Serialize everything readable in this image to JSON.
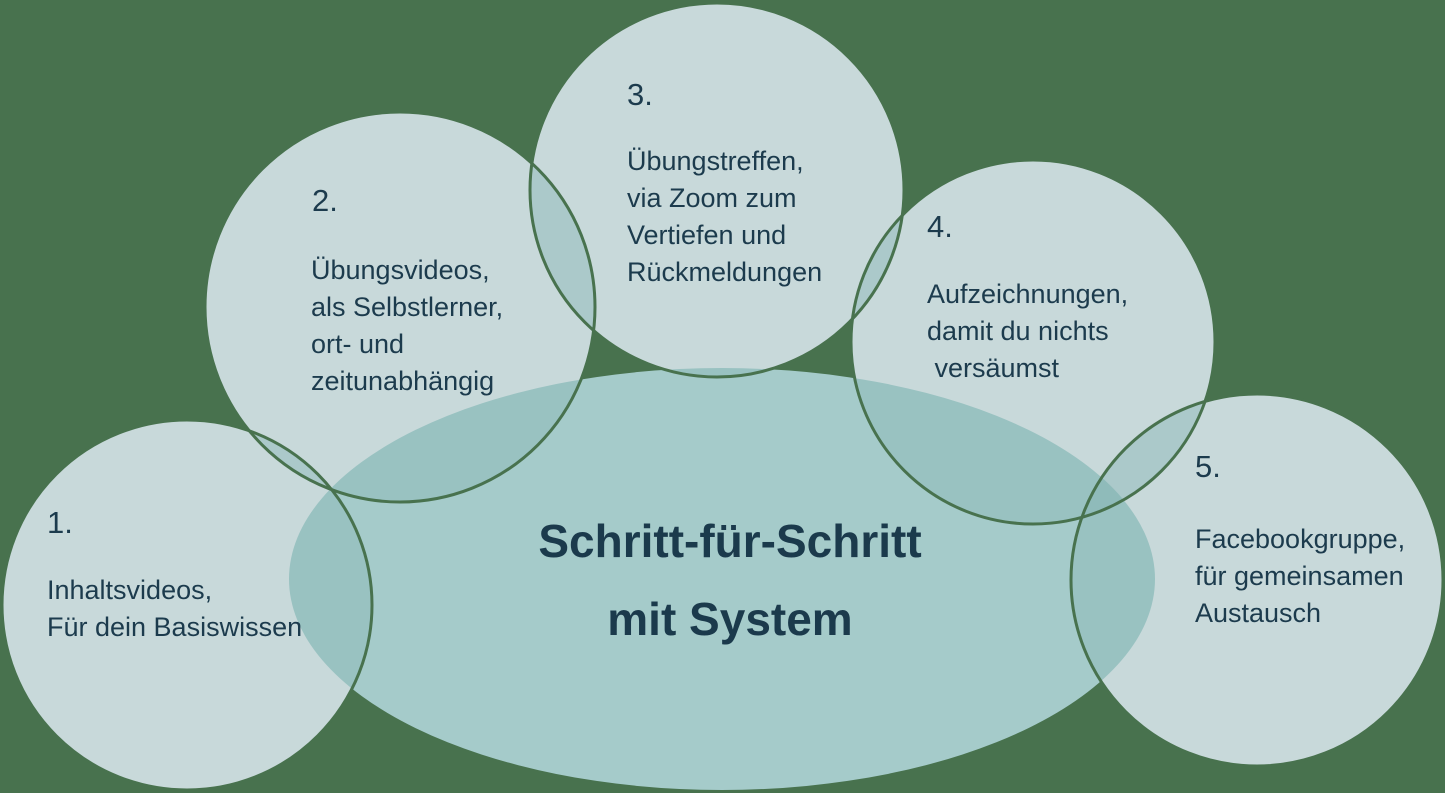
{
  "diagram": {
    "title_line1": "Schritt-für-Schritt",
    "title_line2": "mit System"
  },
  "steps": [
    {
      "number": "1.",
      "lines": [
        "Inhaltsvideos,",
        "Für dein Basiswissen"
      ]
    },
    {
      "number": "2.",
      "lines": [
        "Übungsvideos,",
        "als Selbstlerner,",
        "ort- und",
        "zeitunabhängig"
      ]
    },
    {
      "number": "3.",
      "lines": [
        "Übungstreffen,",
        "via Zoom zum",
        "Vertiefen und",
        "Rückmeldungen"
      ]
    },
    {
      "number": "4.",
      "lines": [
        "Aufzeichnungen,",
        "damit du nichts",
        " versäumst"
      ]
    },
    {
      "number": "5.",
      "lines": [
        "Facebookgruppe,",
        "für gemeinsamen",
        "Austausch"
      ]
    }
  ],
  "colors": {
    "background": "#48724E",
    "outline": "#48724E",
    "circle_fill": "#C8D9DA",
    "ellipse_fill": "#A5CBCA",
    "circle_ellipse_overlap": "#99C2C1",
    "circle_circle_overlap": "#ABC9CA",
    "triple_overlap": "#8FBBBA",
    "text": "#1C3B4D",
    "title_text": "#1B3A4C"
  }
}
